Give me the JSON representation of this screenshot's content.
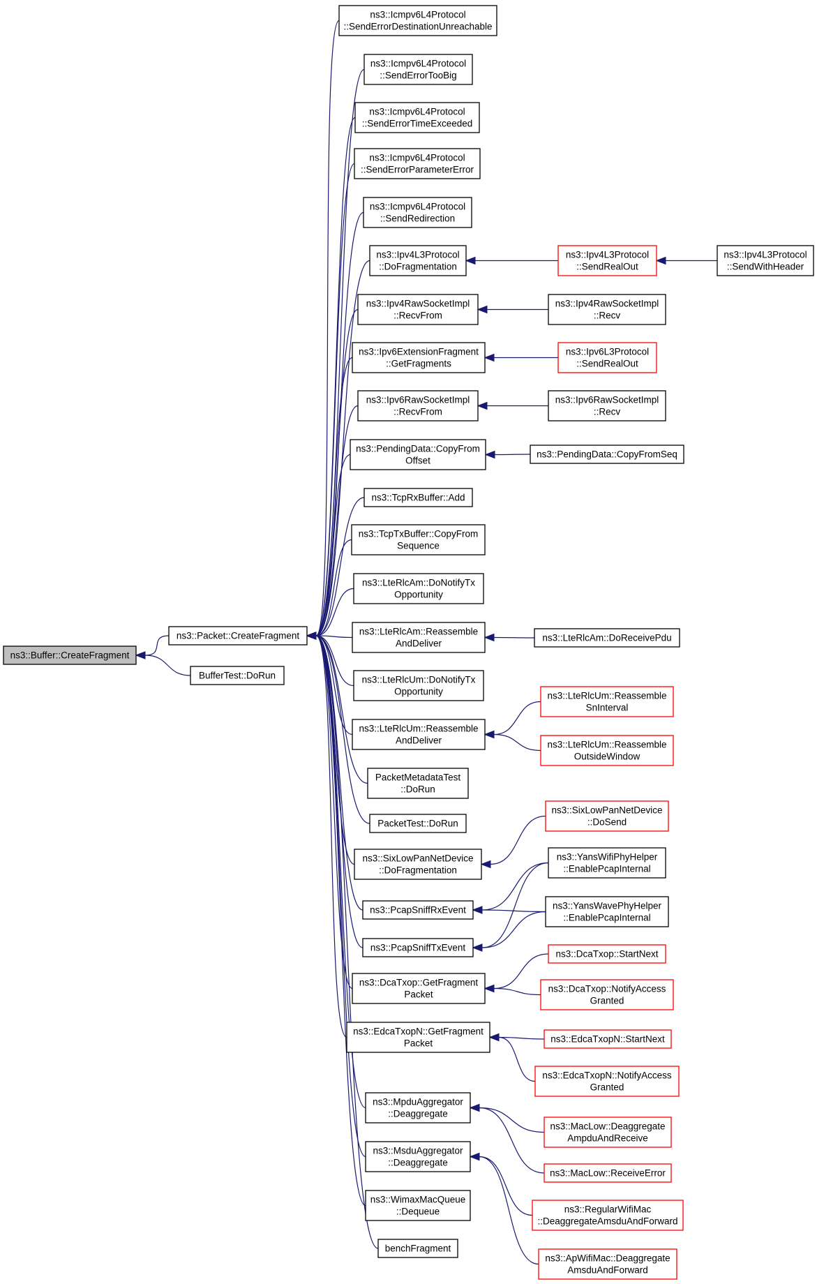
{
  "graph": {
    "nodes": [
      {
        "id": "buffer_cf",
        "lines": [
          "ns3::Buffer::CreateFragment"
        ],
        "style": "root"
      },
      {
        "id": "packet_cf",
        "lines": [
          "ns3::Packet::CreateFragment"
        ],
        "style": "normal"
      },
      {
        "id": "buffertest",
        "lines": [
          "BufferTest::DoRun"
        ],
        "style": "normal"
      },
      {
        "id": "icmp_dest",
        "lines": [
          "ns3::Icmpv6L4Protocol",
          "::SendErrorDestinationUnreachable"
        ],
        "style": "normal"
      },
      {
        "id": "icmp_big",
        "lines": [
          "ns3::Icmpv6L4Protocol",
          "::SendErrorTooBig"
        ],
        "style": "normal"
      },
      {
        "id": "icmp_time",
        "lines": [
          "ns3::Icmpv6L4Protocol",
          "::SendErrorTimeExceeded"
        ],
        "style": "normal"
      },
      {
        "id": "icmp_param",
        "lines": [
          "ns3::Icmpv6L4Protocol",
          "::SendErrorParameterError"
        ],
        "style": "normal"
      },
      {
        "id": "icmp_redir",
        "lines": [
          "ns3::Icmpv6L4Protocol",
          "::SendRedirection"
        ],
        "style": "normal"
      },
      {
        "id": "ipv4l3_frag",
        "lines": [
          "ns3::Ipv4L3Protocol",
          "::DoFragmentation"
        ],
        "style": "normal"
      },
      {
        "id": "ipv4l3_sro",
        "lines": [
          "ns3::Ipv4L3Protocol",
          "::SendRealOut"
        ],
        "style": "red"
      },
      {
        "id": "ipv4l3_swh",
        "lines": [
          "ns3::Ipv4L3Protocol",
          "::SendWithHeader"
        ],
        "style": "normal"
      },
      {
        "id": "ipv4raw_rf",
        "lines": [
          "ns3::Ipv4RawSocketImpl",
          "::RecvFrom"
        ],
        "style": "normal"
      },
      {
        "id": "ipv4raw_r",
        "lines": [
          "ns3::Ipv4RawSocketImpl",
          "::Recv"
        ],
        "style": "normal"
      },
      {
        "id": "ipv6ext_gf",
        "lines": [
          "ns3::Ipv6ExtensionFragment",
          "::GetFragments"
        ],
        "style": "normal"
      },
      {
        "id": "ipv6l3_sro",
        "lines": [
          "ns3::Ipv6L3Protocol",
          "::SendRealOut"
        ],
        "style": "red"
      },
      {
        "id": "ipv6raw_rf",
        "lines": [
          "ns3::Ipv6RawSocketImpl",
          "::RecvFrom"
        ],
        "style": "normal"
      },
      {
        "id": "ipv6raw_r",
        "lines": [
          "ns3::Ipv6RawSocketImpl",
          "::Recv"
        ],
        "style": "normal"
      },
      {
        "id": "pending_cfo",
        "lines": [
          "ns3::PendingData::CopyFrom",
          "Offset"
        ],
        "style": "normal"
      },
      {
        "id": "pending_cfs",
        "lines": [
          "ns3::PendingData::CopyFromSeq"
        ],
        "style": "normal"
      },
      {
        "id": "tcprx_add",
        "lines": [
          "ns3::TcpRxBuffer::Add"
        ],
        "style": "normal"
      },
      {
        "id": "tcptx_cfs",
        "lines": [
          "ns3::TcpTxBuffer::CopyFrom",
          "Sequence"
        ],
        "style": "normal"
      },
      {
        "id": "lteam_dnt",
        "lines": [
          "ns3::LteRlcAm::DoNotifyTx",
          "Opportunity"
        ],
        "style": "normal"
      },
      {
        "id": "lteam_rad",
        "lines": [
          "ns3::LteRlcAm::Reassemble",
          "AndDeliver"
        ],
        "style": "normal"
      },
      {
        "id": "lteam_drp",
        "lines": [
          "ns3::LteRlcAm::DoReceivePdu"
        ],
        "style": "normal"
      },
      {
        "id": "lteum_dnt",
        "lines": [
          "ns3::LteRlcUm::DoNotifyTx",
          "Opportunity"
        ],
        "style": "normal"
      },
      {
        "id": "lteum_rad",
        "lines": [
          "ns3::LteRlcUm::Reassemble",
          "AndDeliver"
        ],
        "style": "normal"
      },
      {
        "id": "lteum_rsi",
        "lines": [
          "ns3::LteRlcUm::Reassemble",
          "SnInterval"
        ],
        "style": "red"
      },
      {
        "id": "lteum_row",
        "lines": [
          "ns3::LteRlcUm::Reassemble",
          "OutsideWindow"
        ],
        "style": "red"
      },
      {
        "id": "pmt_dorun",
        "lines": [
          "PacketMetadataTest",
          "::DoRun"
        ],
        "style": "normal"
      },
      {
        "id": "pt_dorun",
        "lines": [
          "PacketTest::DoRun"
        ],
        "style": "normal"
      },
      {
        "id": "sixlow_df",
        "lines": [
          "ns3::SixLowPanNetDevice",
          "::DoFragmentation"
        ],
        "style": "normal"
      },
      {
        "id": "sixlow_ds",
        "lines": [
          "ns3::SixLowPanNetDevice",
          "::DoSend"
        ],
        "style": "red"
      },
      {
        "id": "yans_epi",
        "lines": [
          "ns3::YansWifiPhyHelper",
          "::EnablePcapInternal"
        ],
        "style": "normal"
      },
      {
        "id": "pcap_rx",
        "lines": [
          "ns3::PcapSniffRxEvent"
        ],
        "style": "normal"
      },
      {
        "id": "yanswave_epi",
        "lines": [
          "ns3::YansWavePhyHelper",
          "::EnablePcapInternal"
        ],
        "style": "normal"
      },
      {
        "id": "pcap_tx",
        "lines": [
          "ns3::PcapSniffTxEvent"
        ],
        "style": "normal"
      },
      {
        "id": "dca_gfp",
        "lines": [
          "ns3::DcaTxop::GetFragment",
          "Packet"
        ],
        "style": "normal"
      },
      {
        "id": "dca_sn",
        "lines": [
          "ns3::DcaTxop::StartNext"
        ],
        "style": "red"
      },
      {
        "id": "dca_nag",
        "lines": [
          "ns3::DcaTxop::NotifyAccess",
          "Granted"
        ],
        "style": "red"
      },
      {
        "id": "edca_gfp",
        "lines": [
          "ns3::EdcaTxopN::GetFragment",
          "Packet"
        ],
        "style": "normal"
      },
      {
        "id": "edca_sn",
        "lines": [
          "ns3::EdcaTxopN::StartNext"
        ],
        "style": "red"
      },
      {
        "id": "edca_nag",
        "lines": [
          "ns3::EdcaTxopN::NotifyAccess",
          "Granted"
        ],
        "style": "red"
      },
      {
        "id": "mpdu_deagg",
        "lines": [
          "ns3::MpduAggregator",
          "::Deaggregate"
        ],
        "style": "normal"
      },
      {
        "id": "maclow_dar",
        "lines": [
          "ns3::MacLow::Deaggregate",
          "AmpduAndReceive"
        ],
        "style": "red"
      },
      {
        "id": "msdu_deagg",
        "lines": [
          "ns3::MsduAggregator",
          "::Deaggregate"
        ],
        "style": "normal"
      },
      {
        "id": "maclow_re",
        "lines": [
          "ns3::MacLow::ReceiveError"
        ],
        "style": "red"
      },
      {
        "id": "regwifi_daf",
        "lines": [
          "ns3::RegularWifiMac",
          "::DeaggregateAmsduAndForward"
        ],
        "style": "red"
      },
      {
        "id": "wimax_dq",
        "lines": [
          "ns3::WimaxMacQueue",
          "::Dequeue"
        ],
        "style": "normal"
      },
      {
        "id": "bench_frag",
        "lines": [
          "benchFragment"
        ],
        "style": "normal"
      },
      {
        "id": "apwifi_daf",
        "lines": [
          "ns3::ApWifiMac::Deaggregate",
          "AmsduAndForward"
        ],
        "style": "red"
      }
    ],
    "edges": [
      [
        "packet_cf",
        "buffer_cf"
      ],
      [
        "buffertest",
        "buffer_cf"
      ],
      [
        "icmp_dest",
        "packet_cf"
      ],
      [
        "icmp_big",
        "packet_cf"
      ],
      [
        "icmp_time",
        "packet_cf"
      ],
      [
        "icmp_param",
        "packet_cf"
      ],
      [
        "icmp_redir",
        "packet_cf"
      ],
      [
        "ipv4l3_frag",
        "packet_cf"
      ],
      [
        "ipv4raw_rf",
        "packet_cf"
      ],
      [
        "ipv6ext_gf",
        "packet_cf"
      ],
      [
        "ipv6raw_rf",
        "packet_cf"
      ],
      [
        "pending_cfo",
        "packet_cf"
      ],
      [
        "tcprx_add",
        "packet_cf"
      ],
      [
        "tcptx_cfs",
        "packet_cf"
      ],
      [
        "lteam_dnt",
        "packet_cf"
      ],
      [
        "lteam_rad",
        "packet_cf"
      ],
      [
        "lteum_dnt",
        "packet_cf"
      ],
      [
        "lteum_rad",
        "packet_cf"
      ],
      [
        "pmt_dorun",
        "packet_cf"
      ],
      [
        "pt_dorun",
        "packet_cf"
      ],
      [
        "sixlow_df",
        "packet_cf"
      ],
      [
        "pcap_rx",
        "packet_cf"
      ],
      [
        "pcap_tx",
        "packet_cf"
      ],
      [
        "dca_gfp",
        "packet_cf"
      ],
      [
        "edca_gfp",
        "packet_cf"
      ],
      [
        "mpdu_deagg",
        "packet_cf"
      ],
      [
        "msdu_deagg",
        "packet_cf"
      ],
      [
        "wimax_dq",
        "packet_cf"
      ],
      [
        "bench_frag",
        "packet_cf"
      ],
      [
        "ipv4l3_sro",
        "ipv4l3_frag"
      ],
      [
        "ipv4l3_swh",
        "ipv4l3_sro"
      ],
      [
        "ipv4raw_r",
        "ipv4raw_rf"
      ],
      [
        "ipv6l3_sro",
        "ipv6ext_gf"
      ],
      [
        "ipv6raw_r",
        "ipv6raw_rf"
      ],
      [
        "pending_cfs",
        "pending_cfo"
      ],
      [
        "lteam_drp",
        "lteam_rad"
      ],
      [
        "lteum_rsi",
        "lteum_rad"
      ],
      [
        "lteum_row",
        "lteum_rad"
      ],
      [
        "sixlow_ds",
        "sixlow_df"
      ],
      [
        "yans_epi",
        "pcap_rx"
      ],
      [
        "yanswave_epi",
        "pcap_rx"
      ],
      [
        "yans_epi",
        "pcap_tx"
      ],
      [
        "yanswave_epi",
        "pcap_tx"
      ],
      [
        "dca_sn",
        "dca_gfp"
      ],
      [
        "dca_nag",
        "dca_gfp"
      ],
      [
        "edca_sn",
        "edca_gfp"
      ],
      [
        "edca_nag",
        "edca_gfp"
      ],
      [
        "maclow_dar",
        "mpdu_deagg"
      ],
      [
        "maclow_re",
        "mpdu_deagg"
      ],
      [
        "regwifi_daf",
        "msdu_deagg"
      ],
      [
        "apwifi_daf",
        "msdu_deagg"
      ]
    ]
  }
}
